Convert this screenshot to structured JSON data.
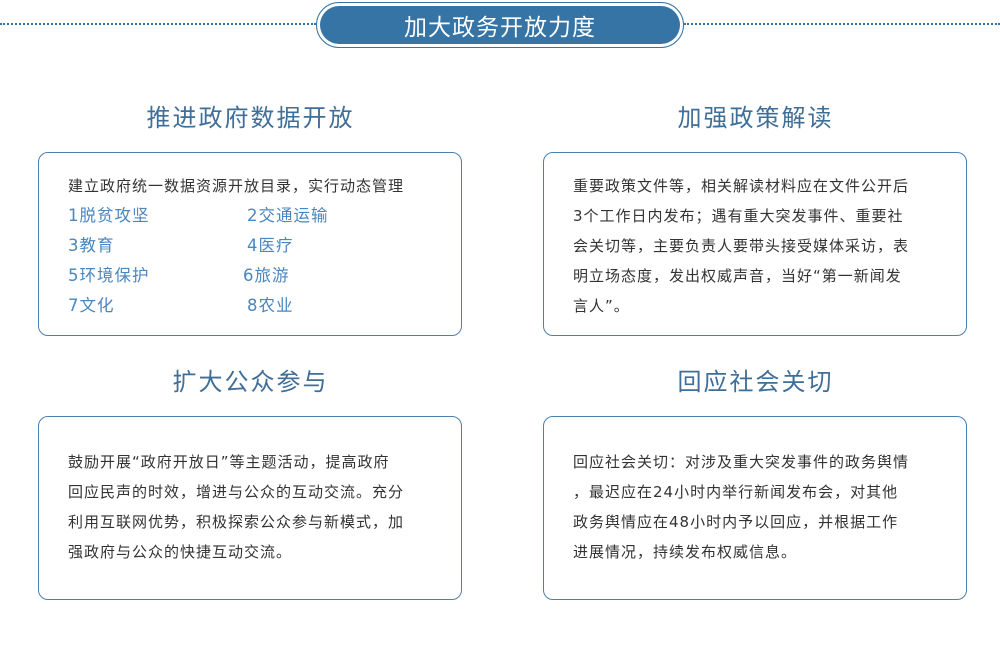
{
  "header": {
    "title": "加大政务开放力度"
  },
  "sections": [
    {
      "title": "推进政府数据开放",
      "intro": "建立政府统一数据资源开放目录，实行动态管理",
      "items": [
        "1脱贫攻坚",
        "2交通运输",
        "3教育",
        "4医疗",
        "5环境保护",
        "6旅游",
        "7文化",
        "8农业"
      ]
    },
    {
      "title": "加强政策解读",
      "lines": [
        "重要政策文件等，相关解读材料应在文件公开后",
        "3个工作日内发布；遇有重大突发事件、重要社",
        "会关切等，主要负责人要带头接受媒体采访，表",
        "明立场态度，发出权威声音，当好“第一新闻发",
        "言人”。"
      ]
    },
    {
      "title": "扩大公众参与",
      "lines": [
        "鼓励开展“政府开放日”等主题活动，提高政府",
        "回应民声的时效，增进与公众的互动交流。充分",
        "利用互联网优势，积极探索公众参与新模式，加",
        "强政府与公众的快捷互动交流。"
      ]
    },
    {
      "title": "回应社会关切",
      "lines": [
        "回应社会关切：对涉及重大突发事件的政务舆情",
        "，最迟应在24小时内举行新闻发布会，对其他",
        "政务舆情应在48小时内予以回应，并根据工作",
        "进展情况，持续发布权威信息。"
      ]
    }
  ]
}
